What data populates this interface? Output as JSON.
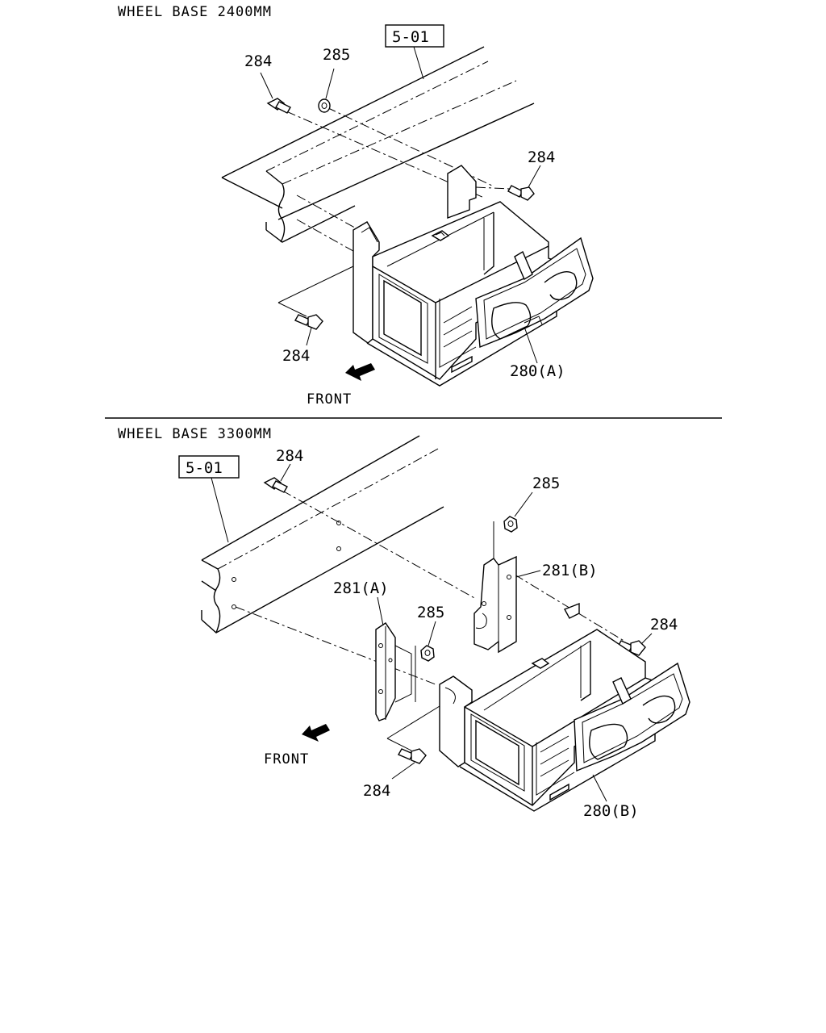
{
  "sections": [
    {
      "title": "WHEEL BASE 2400MM",
      "ref_box": "5-01",
      "front_label": "FRONT",
      "callouts": {
        "bolt_top": "284",
        "nut_top": "285",
        "bolt_right": "284",
        "bolt_bottom": "284",
        "tray": "280(A)"
      }
    },
    {
      "title": "WHEEL BASE 3300MM",
      "ref_box": "5-01",
      "front_label": "FRONT",
      "callouts": {
        "bolt_top": "284",
        "nut_right_top": "285",
        "bracket_b": "281(B)",
        "bolt_right": "284",
        "bracket_a": "281(A)",
        "nut_mid": "285",
        "bolt_bottom": "284",
        "tray": "280(B)"
      }
    }
  ]
}
